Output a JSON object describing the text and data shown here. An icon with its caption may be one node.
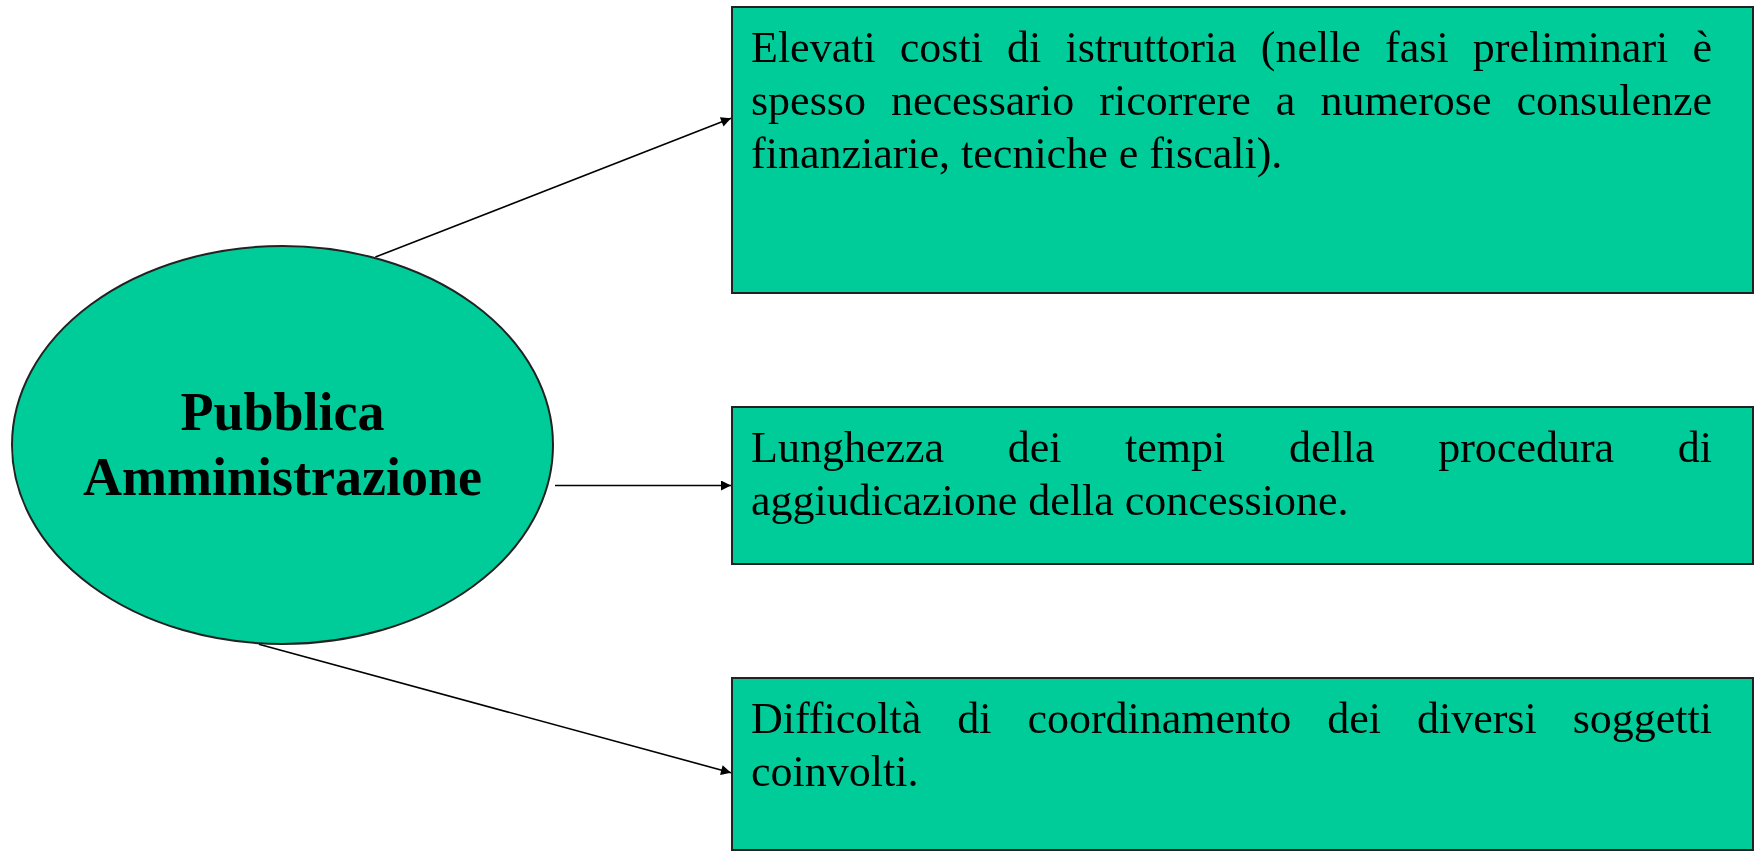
{
  "diagram": {
    "nodes": [
      {
        "text": [
          "Pubblica Amministrazione"
        ]
      },
      {
        "text": [
          "Elevati costi di istruttoria (nelle fasi preliminari è spesso necessario ricorrere a numerose consulenze finanziarie, tecniche e fiscali)."
        ]
      },
      {
        "text": [
          "Lunghezza dei tempi della procedura di aggiudicazione della concessione."
        ]
      },
      {
        "text": [
          "Difficoltà di coordinamento dei diversi soggetti coinvolti."
        ]
      }
    ],
    "edges": [
      {
        "from": 0,
        "to": 1,
        "arrow": "to"
      },
      {
        "from": 0,
        "to": 2,
        "arrow": "to"
      },
      {
        "from": 0,
        "to": 3,
        "arrow": "to"
      }
    ]
  }
}
